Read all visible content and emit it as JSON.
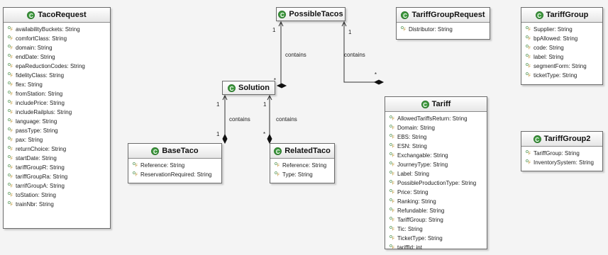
{
  "diagram": {
    "classes": {
      "taco_request": {
        "name": "TacoRequest",
        "attributes": [
          "availabilityBuckets: String",
          "comfortClass: String",
          "domain: String",
          "endDate: String",
          "epaReductionCodes: String",
          "fidelityClass: String",
          "flex: String",
          "fromStation: String",
          "includePrice: String",
          "includeRailplus: String",
          "language: String",
          "passType: String",
          "pax: String",
          "returnChoice: String",
          "startDate: String",
          "tariffGroupR: String",
          "tariffGroupRa: String",
          "tarrifGroupA: String",
          "toStation: String",
          "trainNbr: String"
        ]
      },
      "possible_tacos": {
        "name": "PossibleTacos",
        "attributes": []
      },
      "tariff_group_request": {
        "name": "TariffGroupRequest",
        "attributes": [
          "Distributor: String"
        ]
      },
      "tariff_group": {
        "name": "TariffGroup",
        "attributes": [
          "Supplier: String",
          "bpAllowed: String",
          "code: String",
          "label: String",
          "segmentForm: String",
          "ticketType: String"
        ]
      },
      "solution": {
        "name": "Solution",
        "attributes": []
      },
      "tariff": {
        "name": "Tariff",
        "attributes": [
          "AllowedTariffsReturn: String",
          "Domain: String",
          "EBS: String",
          "ESN: String",
          "Exchangable: String",
          "JourneyType: String",
          "Label: String",
          "PossibleProductionType: String",
          "Price: String",
          "Ranking: String",
          "Refundable: String",
          "TariffGroup: String",
          "Tic: String",
          "TicketType: String",
          "tariffId: int"
        ]
      },
      "base_taco": {
        "name": "BaseTaco",
        "attributes": [
          "Reference: String",
          "ReservationRequired: String"
        ]
      },
      "related_taco": {
        "name": "RelatedTaco",
        "attributes": [
          "Reference: String",
          "Type: String"
        ]
      },
      "tariff_group2": {
        "name": "TariffGroup2",
        "attributes": [
          "TariffGroup: String",
          "InventorySystem: String"
        ]
      }
    },
    "class_icon_letter": "C",
    "attribute_icon": {
      "symbol": "o",
      "sub": "F"
    },
    "associations": [
      {
        "from": "PossibleTacos",
        "to": "Solution",
        "label": "contains",
        "source_mult": "1",
        "target_mult": "*"
      },
      {
        "from": "PossibleTacos",
        "to": "Tariff",
        "label": "contains",
        "source_mult": "1",
        "target_mult": "*"
      },
      {
        "from": "Solution",
        "to": "BaseTaco",
        "label": "contains",
        "source_mult": "1",
        "target_mult": "1"
      },
      {
        "from": "Solution",
        "to": "RelatedTaco",
        "label": "contains",
        "source_mult": "1",
        "target_mult": "*"
      }
    ],
    "colors": {
      "class_icon": "#3f9a3f",
      "attr_icon": "#2f7d2f",
      "background": "#f4f4f4",
      "border": "#6b6b6b"
    }
  }
}
